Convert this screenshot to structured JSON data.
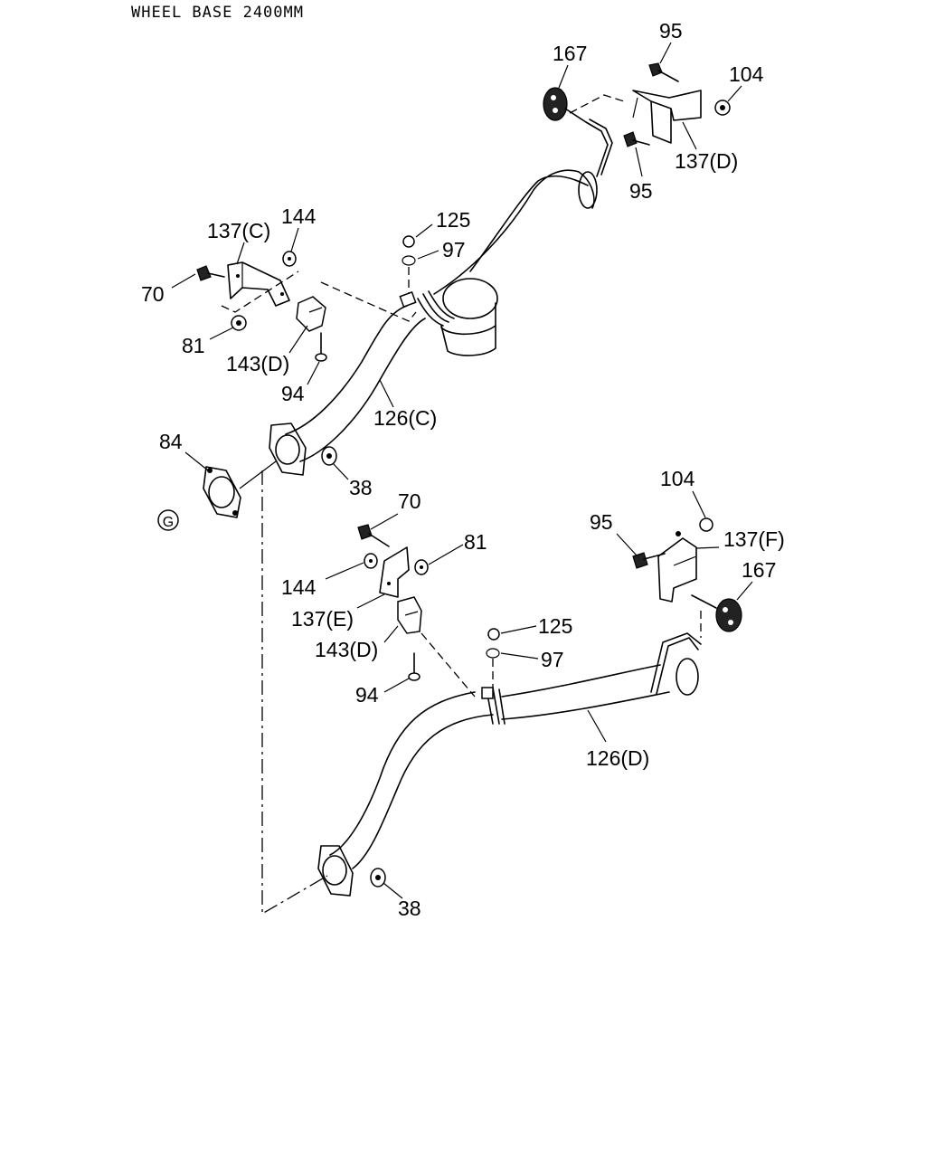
{
  "header": {
    "title": "WHEEL BASE 2400MM"
  },
  "callouts": {
    "upper": {
      "c167": "167",
      "c95a": "95",
      "c104": "104",
      "c137d": "137(D)",
      "c95b": "95",
      "c137c": "137(C)",
      "c144": "144",
      "c70": "70",
      "c81": "81",
      "c143d": "143(D)",
      "c94": "94",
      "c125": "125",
      "c97": "97",
      "c126c": "126(C)",
      "c84": "84",
      "c38": "38",
      "g": "G"
    },
    "lower": {
      "c104": "104",
      "c95": "95",
      "c137f": "137(F)",
      "c167": "167",
      "c70": "70",
      "c81": "81",
      "c144": "144",
      "c137e": "137(E)",
      "c143d": "143(D)",
      "c94": "94",
      "c125": "125",
      "c97": "97",
      "c126d": "126(D)",
      "c38": "38"
    }
  }
}
